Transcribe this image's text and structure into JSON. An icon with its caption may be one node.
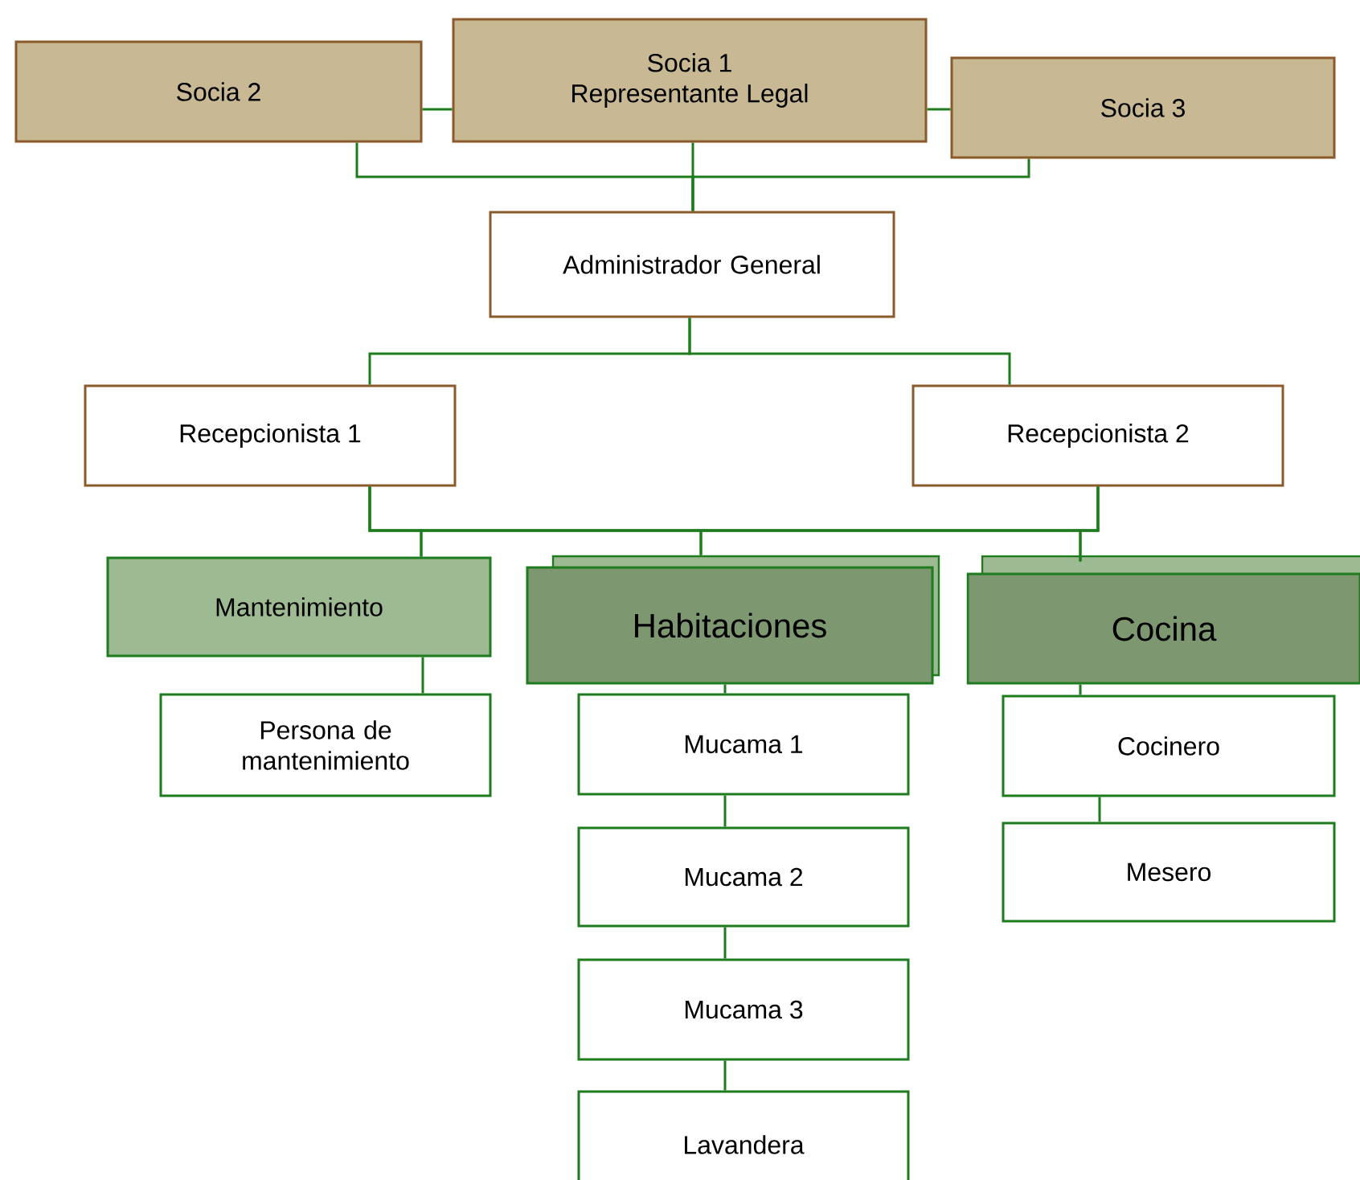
{
  "diagram": {
    "nodes": [
      {
        "text": [
          "Socia 2"
        ]
      },
      {
        "text": [
          "Socia 1",
          "Representante Legal"
        ]
      },
      {
        "text": [
          "Socia 3"
        ]
      },
      {
        "text": [
          "Administrador General"
        ]
      },
      {
        "text": [
          "Recepcionista 1"
        ]
      },
      {
        "text": [
          "Recepcionista 2"
        ]
      },
      {
        "text": [
          "Mantenimiento"
        ]
      },
      {
        "text": [
          "Habitaciones"
        ]
      },
      {
        "text": [
          "Cocina"
        ]
      },
      {
        "text": [
          "Persona de mantenimiento"
        ]
      },
      {
        "text": [
          "Mucama 1"
        ]
      },
      {
        "text": [
          "Mucama 2"
        ]
      },
      {
        "text": [
          "Mucama 3"
        ]
      },
      {
        "text": [
          "Lavandera"
        ]
      },
      {
        "text": [
          "Cocinero"
        ]
      },
      {
        "text": [
          "Mesero"
        ]
      }
    ],
    "edges": [
      {
        "from": 0,
        "to": 1,
        "arrow": "none"
      },
      {
        "from": 1,
        "to": 2,
        "arrow": "none"
      },
      {
        "from": 0,
        "to": 3,
        "arrow": "none"
      },
      {
        "from": 1,
        "to": 3,
        "arrow": "none"
      },
      {
        "from": 2,
        "to": 3,
        "arrow": "none"
      },
      {
        "from": 3,
        "to": 4,
        "arrow": "none"
      },
      {
        "from": 3,
        "to": 5,
        "arrow": "none"
      },
      {
        "from": 4,
        "to": 6,
        "arrow": "none"
      },
      {
        "from": 4,
        "to": 7,
        "arrow": "none"
      },
      {
        "from": 4,
        "to": 8,
        "arrow": "none"
      },
      {
        "from": 5,
        "to": 6,
        "arrow": "none"
      },
      {
        "from": 5,
        "to": 7,
        "arrow": "none"
      },
      {
        "from": 5,
        "to": 8,
        "arrow": "none"
      },
      {
        "from": 6,
        "to": 9,
        "arrow": "none"
      },
      {
        "from": 7,
        "to": 10,
        "arrow": "none"
      },
      {
        "from": 10,
        "to": 11,
        "arrow": "none"
      },
      {
        "from": 11,
        "to": 12,
        "arrow": "none"
      },
      {
        "from": 12,
        "to": 13,
        "arrow": "none"
      },
      {
        "from": 8,
        "to": 14,
        "arrow": "none"
      },
      {
        "from": 14,
        "to": 15,
        "arrow": "none"
      }
    ]
  }
}
